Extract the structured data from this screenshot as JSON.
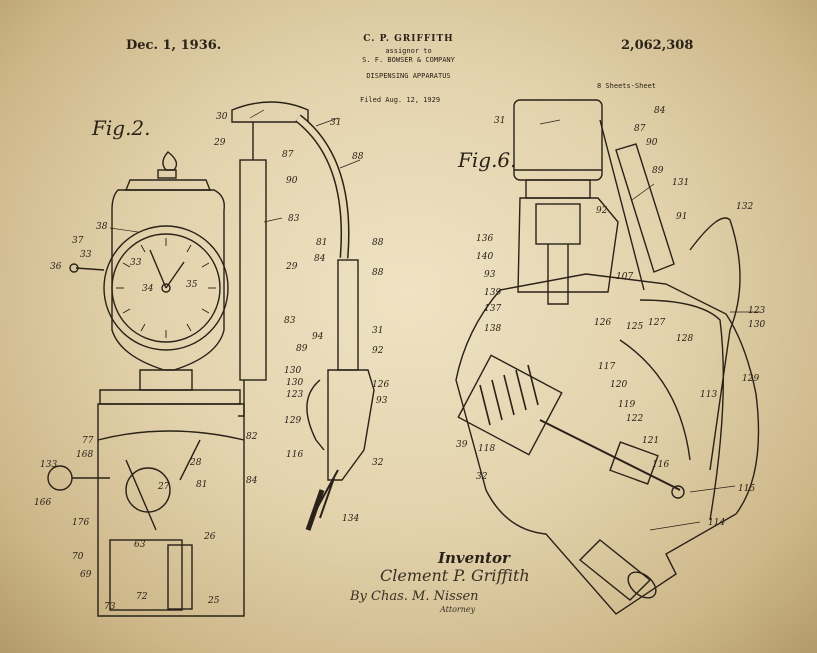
{
  "header": {
    "date": "Dec. 1, 1936.",
    "inventor_name": "C. P. GRIFFITH",
    "assignor": "assignor to",
    "company": "S. F. BOWSER & COMPANY",
    "title": "DISPENSING APPARATUS",
    "filed": "Filed Aug. 12, 1929",
    "patent_number": "2,062,308",
    "sheets": "8 Sheets-Sheet"
  },
  "figures": {
    "fig2_label": "Fig.2.",
    "fig6_label": "Fig.6."
  },
  "fig2_refs": [
    "30",
    "29",
    "87",
    "31",
    "88",
    "90",
    "83",
    "81",
    "88",
    "84",
    "33",
    "29",
    "83",
    "88",
    "37",
    "38",
    "33",
    "36",
    "34",
    "35",
    "31",
    "94",
    "89",
    "130",
    "92",
    "126",
    "93",
    "123",
    "130",
    "129",
    "116",
    "32",
    "82",
    "77",
    "168",
    "133",
    "166",
    "176",
    "28",
    "27",
    "26",
    "81",
    "84",
    "69",
    "70",
    "72",
    "73",
    "25",
    "63",
    "134"
  ],
  "fig6_refs": [
    "31",
    "84",
    "87",
    "90",
    "89",
    "131",
    "132",
    "92",
    "91",
    "136",
    "140",
    "93",
    "139",
    "137",
    "138",
    "126",
    "125",
    "127",
    "123",
    "130",
    "129",
    "128",
    "113",
    "117",
    "120",
    "119",
    "122",
    "121",
    "116",
    "115",
    "39",
    "118",
    "32",
    "114",
    "107"
  ],
  "signature": {
    "inventor_heading": "Inventor",
    "inventor_signature": "Clement P. Griffith",
    "by_line": "By Chas. M. Nissen",
    "attorney": "Attorney"
  },
  "colors": {
    "paper": "#e9dcb8",
    "ink": "#2a2118"
  }
}
